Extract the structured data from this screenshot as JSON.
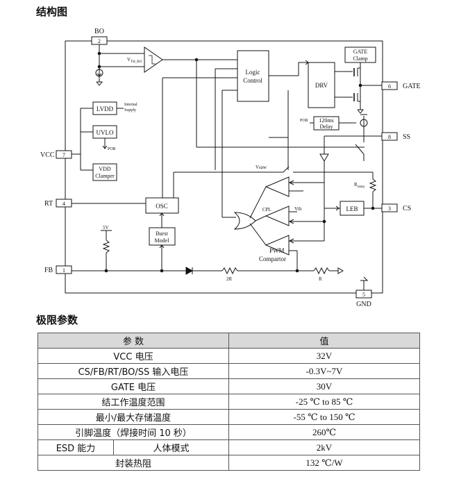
{
  "headings": {
    "block_diagram": "结构图",
    "abs_max": "极限参数"
  },
  "diagram": {
    "pins": [
      {
        "num": "2",
        "name": "BO"
      },
      {
        "num": "7",
        "name": "VCC"
      },
      {
        "num": "4",
        "name": "RT"
      },
      {
        "num": "1",
        "name": "FB"
      },
      {
        "num": "6",
        "name": "GATE"
      },
      {
        "num": "8",
        "name": "SS"
      },
      {
        "num": "3",
        "name": "CS"
      },
      {
        "num": "5",
        "name": "GND"
      }
    ],
    "blocks": {
      "lvdd": "LVDD",
      "uvlo": "UVLO",
      "vdd_clamper": [
        "VDD",
        "Clamper"
      ],
      "osc": "OSC",
      "burst": [
        "Burst",
        "Model"
      ],
      "logic": [
        "Logic",
        "Control"
      ],
      "drv": "DRV",
      "gate_clamp": [
        "GATE",
        "Clamp"
      ],
      "delay": [
        "120ms",
        "Delay"
      ],
      "leb": "LEB"
    },
    "labels": {
      "internal_supply": [
        "Internal",
        "Supply"
      ],
      "por1": "POR",
      "por2": "POR",
      "vth_bo": "V",
      "vth_bo_sub": "TH_BO",
      "vsaw": "Vsaw",
      "rramp": "R",
      "rramp_sub": "ramp",
      "cpl": "CPL",
      "vth": "Vth",
      "pwm": [
        "PWM",
        "Compartor"
      ],
      "five_v": "5V",
      "r2": "2R",
      "r1": "R"
    }
  },
  "table": {
    "headers": [
      "参 数",
      "值"
    ],
    "rows": [
      {
        "param": "VCC 电压",
        "value": "32V"
      },
      {
        "param": "CS/FB/RT/BO/SS 输入电压",
        "value": "-0.3V~7V"
      },
      {
        "param": "GATE 电压",
        "value": "30V"
      },
      {
        "param": "结工作温度范围",
        "value": "-25 ℃ to 85 ℃"
      },
      {
        "param": "最小/最大存储温度",
        "value": "-55 ℃ to 150 ℃"
      },
      {
        "param": "引脚温度（焊接时间 10 秒）",
        "value": "260℃"
      },
      {
        "param_left": "ESD 能力",
        "param_right": "人体模式",
        "value": "2kV"
      },
      {
        "param": "封装热阻",
        "value": "132 ℃/W"
      }
    ]
  }
}
